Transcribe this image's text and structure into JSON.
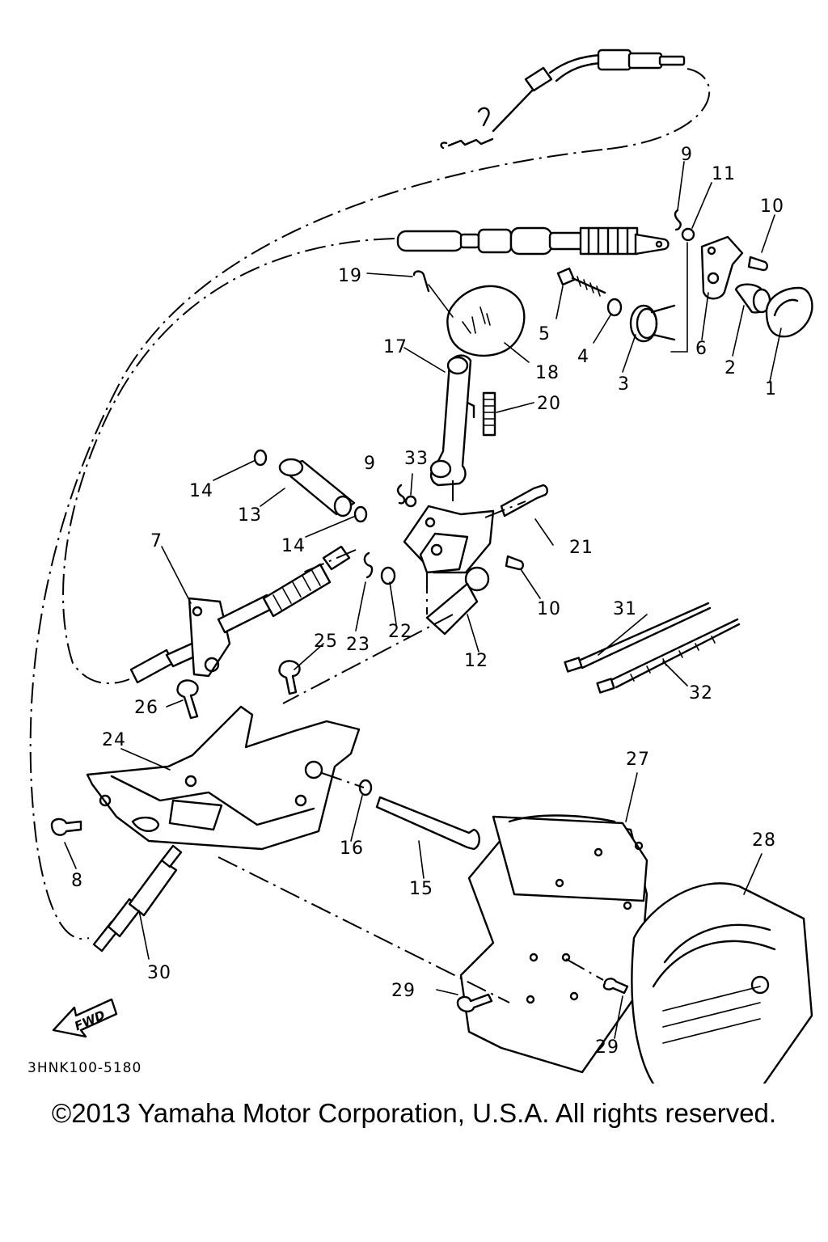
{
  "diagram": {
    "part_code": "3HNK100-5180",
    "fwd_label": "FWD",
    "callouts": [
      "1",
      "2",
      "3",
      "4",
      "5",
      "6",
      "7",
      "8",
      "9",
      "9",
      "10",
      "10",
      "11",
      "12",
      "13",
      "14",
      "14",
      "15",
      "16",
      "17",
      "18",
      "19",
      "20",
      "21",
      "22",
      "23",
      "24",
      "25",
      "26",
      "27",
      "28",
      "29",
      "29",
      "30",
      "31",
      "32",
      "33"
    ]
  },
  "footer": {
    "copyright": "©2013 Yamaha Motor Corporation, U.S.A. All rights reserved."
  }
}
